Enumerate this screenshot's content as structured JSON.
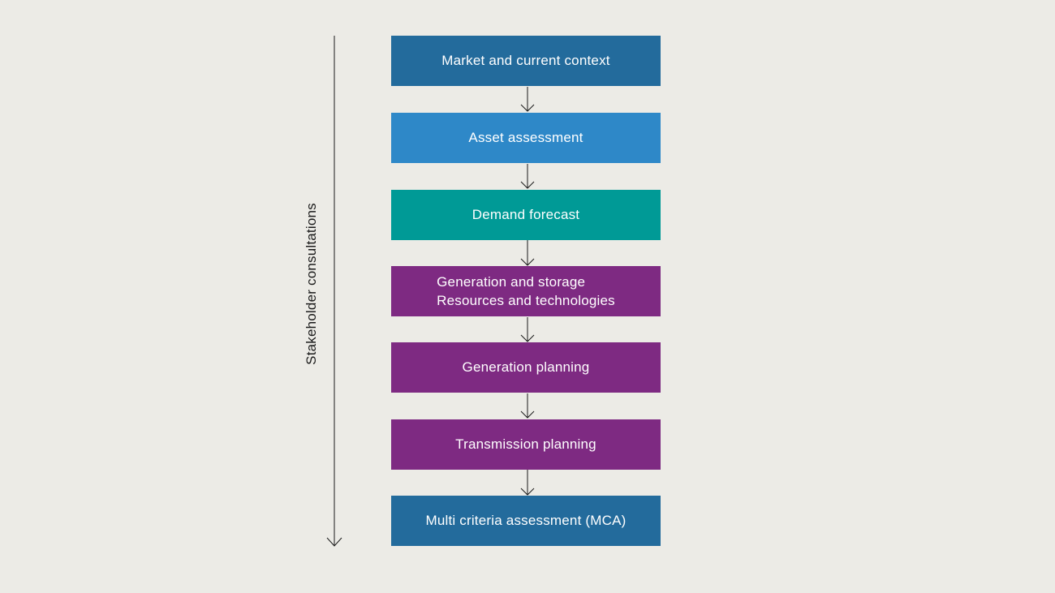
{
  "side_label": "Stakeholder consultations",
  "steps": [
    {
      "label": "Market and current context",
      "color": "#236B9C"
    },
    {
      "label": "Asset assessment",
      "color": "#2E88C8"
    },
    {
      "label": "Demand forecast",
      "color": "#009A96"
    },
    {
      "line1": "Generation and storage",
      "line2": "Resources and technologies",
      "color": "#7E2A82"
    },
    {
      "label": "Generation planning",
      "color": "#7E2A82"
    },
    {
      "label": "Transmission planning",
      "color": "#7E2A82"
    },
    {
      "label": "Multi criteria assessment (MCA)",
      "color": "#236B9C"
    }
  ]
}
